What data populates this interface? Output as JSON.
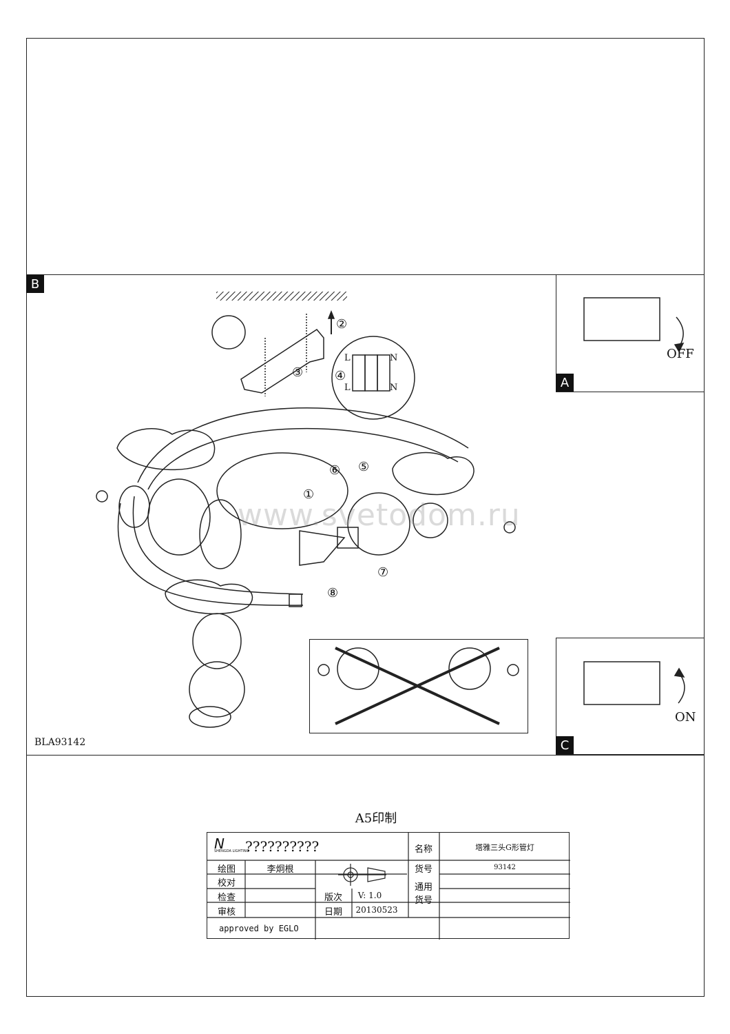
{
  "sections": {
    "b_label": "B",
    "a_label": "A",
    "c_label": "C"
  },
  "model_code": "BLA93142",
  "watermark": "www.svetodom.ru",
  "switch_panels": {
    "off_label": "OFF",
    "on_label": "ON"
  },
  "steps": [
    "②",
    "③",
    "④",
    "⑤",
    "⑥",
    "①",
    "⑦",
    "⑧"
  ],
  "wiring": {
    "l_top": "L",
    "l_bottom": "L",
    "n_top": "N",
    "n_bottom": "N"
  },
  "title_block": {
    "heading": "A5印制",
    "logo_text": "SHENGDA LIGHTING",
    "company": "??????????",
    "name_label": "名称",
    "name_value": "塔雅三头G形管灯",
    "draw_label": "绘图",
    "draw_value": "李炯根",
    "check_label": "校对",
    "inspect_label": "检查",
    "review_label": "审核",
    "item_label": "货号",
    "item_value": "93142",
    "common_item_label": "通用\n货号",
    "version_label": "版次",
    "version_value": "V: 1.0",
    "date_label": "日期",
    "date_value": "20130523",
    "approved": "approved by EGLO"
  }
}
